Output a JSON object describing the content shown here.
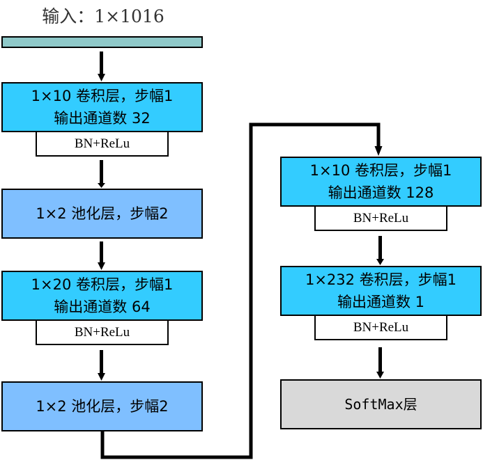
{
  "input": {
    "label": "输入：1×1016"
  },
  "left_column": {
    "conv1": {
      "line1": "1×10 卷积层，步幅1",
      "line2": "输出通道数 32",
      "bn": "BN+ReLu"
    },
    "pool1": {
      "label": "1×2 池化层，步幅2"
    },
    "conv2": {
      "line1": "1×20 卷积层，步幅1",
      "line2": "输出通道数 64",
      "bn": "BN+ReLu"
    },
    "pool2": {
      "label": "1×2 池化层，步幅2"
    }
  },
  "right_column": {
    "conv3": {
      "line1": "1×10 卷积层，步幅1",
      "line2": "输出通道数 128",
      "bn": "BN+ReLu"
    },
    "conv4": {
      "line1": "1×232 卷积层，步幅1",
      "line2": "输出通道数 1",
      "bn": "BN+ReLu"
    },
    "softmax": {
      "label": "SoftMax层"
    }
  },
  "colors": {
    "conv_fill": "#33ccff",
    "pool_fill": "#7fbfff",
    "softmax_fill": "#d9d9d9",
    "input_fill": "#8fc9c9"
  }
}
